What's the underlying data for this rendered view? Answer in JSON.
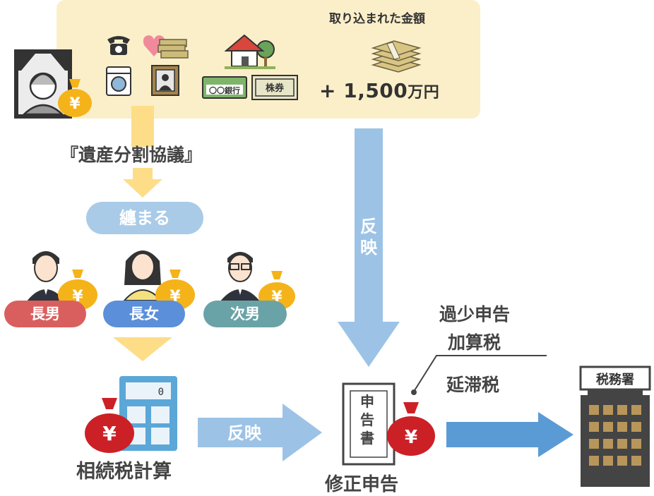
{
  "panel": {
    "title": "取り込まれた金額",
    "amount_prefix": "+ 1,500",
    "amount_unit": "万円",
    "bank_label": "〇〇銀行",
    "stock_label": "株券"
  },
  "flow": {
    "agreement": "『遺産分割協議』",
    "settled": "纏まる",
    "reflect_vertical": "反映",
    "reflect_horizontal": "反映",
    "tax_calc": "相続税計算",
    "amended_return": "修正申告",
    "filing_doc": "申告書"
  },
  "heirs": [
    {
      "label": "長男"
    },
    {
      "label": "長女"
    },
    {
      "label": "次男"
    }
  ],
  "penalties": {
    "line1": "過少申告",
    "line2": "加算税",
    "line3": "延滞税"
  },
  "office": {
    "sign": "税務署"
  },
  "money_symbol": "¥",
  "colors": {
    "panel_bg": "#fbefc9",
    "yellow_arrow": "#fddd88",
    "blue_arrow": "#9cc3e6",
    "blue_arrow_dark": "#5b9bd5",
    "choujo": "#d95f5f",
    "chojo_f": "#5b8fd9",
    "jinan": "#6aa3a7",
    "money_orange": "#f5b31a",
    "money_red": "#cc2027"
  },
  "icons": [
    "portrait-icon",
    "money-bag-icon",
    "telephone-icon",
    "heart-money-icon",
    "washing-machine-icon",
    "picture-frame-icon",
    "house-icon",
    "bankbook-icon",
    "stock-certificate-icon",
    "cash-stack-icon",
    "person-icon",
    "calculator-icon",
    "tax-document-icon",
    "tax-office-building-icon",
    "arrow-icon"
  ]
}
